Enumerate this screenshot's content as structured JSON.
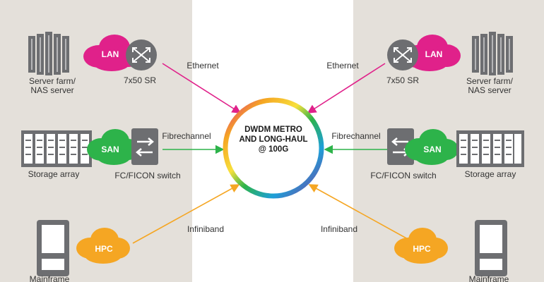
{
  "hub": {
    "lines": [
      "DWDM METRO",
      "AND LONG-HAUL",
      "@ 100G"
    ]
  },
  "links": {
    "ethernet": "Ethernet",
    "fibrechannel": "Fibrechannel",
    "infiniband": "Infiniband"
  },
  "clouds": {
    "lan": "LAN",
    "san": "SAN",
    "hpc": "HPC"
  },
  "devices": {
    "router": "7x50 SR",
    "server_farm": [
      "Server farm/",
      "NAS server"
    ],
    "storage": "Storage array",
    "fc_switch": "FC/FICON switch",
    "mainframe": "Mainframe"
  },
  "colors": {
    "ethernet": "#e0218a",
    "fibrechannel": "#2db34a",
    "infiniband": "#f5a623",
    "panel": "#e4e0da",
    "device_gray": "#6d6e71"
  }
}
